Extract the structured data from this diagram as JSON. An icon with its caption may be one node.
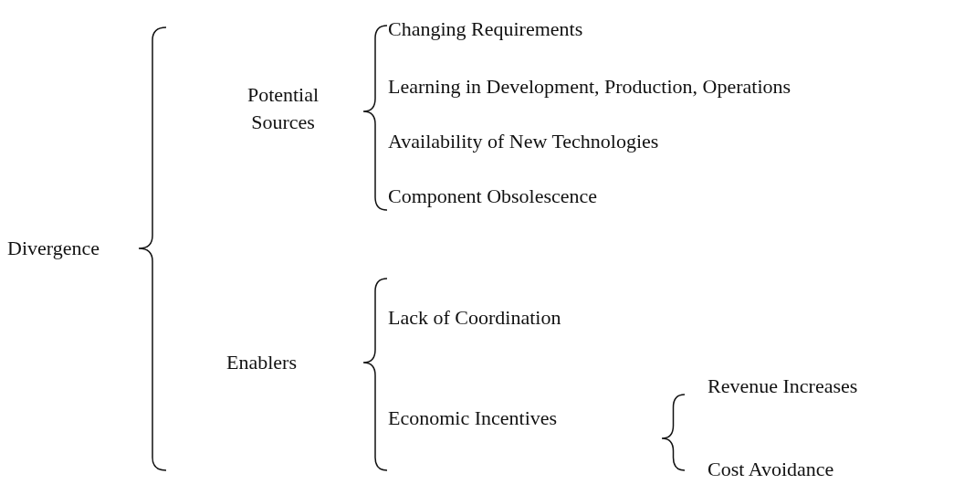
{
  "diagram": {
    "labels": [
      "Divergence",
      "Potential Sources",
      "Changing Requirements",
      "Learning in Development, Production, Operations",
      "Availability of New Technologies",
      "Component Obsolescence",
      "Enablers",
      "Lack of Coordination",
      "Economic Incentives",
      "Revenue Increases",
      "Cost Avoidance"
    ]
  }
}
